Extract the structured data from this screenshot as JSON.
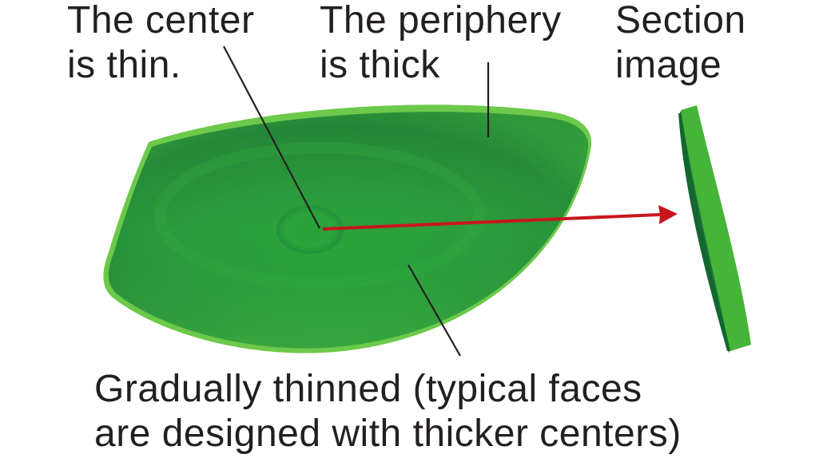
{
  "labels": {
    "center": [
      "The center",
      "is thin."
    ],
    "periphery": [
      "The periphery",
      "is thick"
    ],
    "section": [
      "Section",
      "image"
    ],
    "gradual": [
      "Gradually thinned (typical faces",
      "are designed with thicker centers)"
    ]
  },
  "colors": {
    "face_light": "#48b73d",
    "face_main": "#2ea23a",
    "face_dark": "#1f7a36",
    "rim": "#6cc94a",
    "section_front": "#45b437",
    "section_side": "#176f33",
    "arrow": "#c8161d",
    "leader_line": "#231f20",
    "text": "#231f20"
  },
  "icons": {
    "arrow": "right-arrow-icon"
  }
}
